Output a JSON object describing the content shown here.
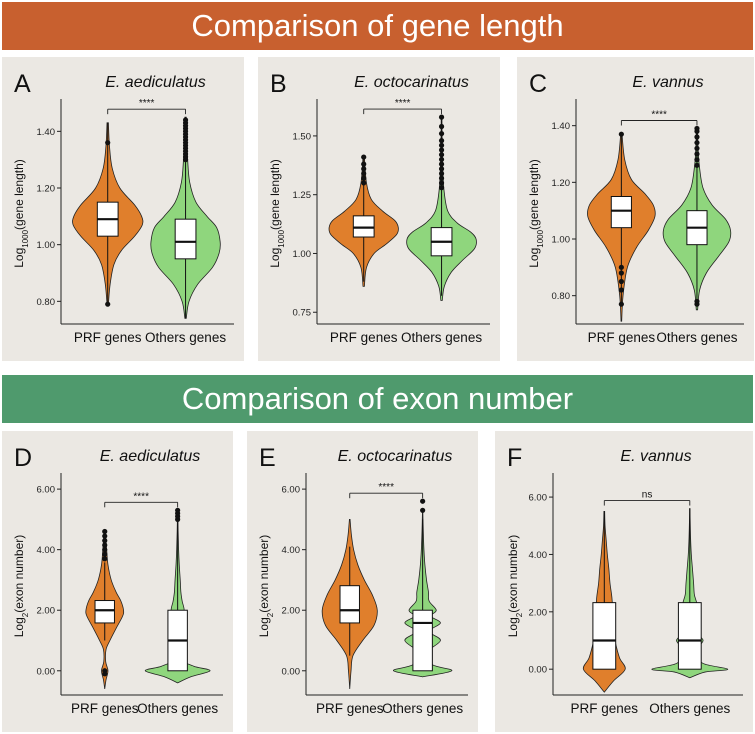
{
  "banners": {
    "top": "Comparison of gene length",
    "bottom": "Comparison of exon number",
    "top_color": "#c8602f",
    "bottom_color": "#4f9a6d"
  },
  "colors": {
    "prf": "#e07f2c",
    "others": "#8fd67d",
    "panel_bg": "#ebe8e3"
  },
  "chart_data": [
    {
      "type": "violin",
      "panel": "A",
      "title": "E. aediculatus",
      "ylabel_main": "Log",
      "ylabel_sub": "1000",
      "ylabel_rest": "(gene length)",
      "categories": [
        "PRF genes",
        "Others genes"
      ],
      "ylim": [
        0.72,
        1.5
      ],
      "ticks": [
        0.8,
        1.0,
        1.2,
        1.4
      ],
      "tick_labels": [
        "0.80",
        "1.00",
        "1.20",
        "1.40"
      ],
      "significance": "****",
      "series": [
        {
          "min": 0.79,
          "q1": 1.03,
          "median": 1.09,
          "q3": 1.15,
          "max": 1.43,
          "density": [
            [
              0.79,
              0.02
            ],
            [
              0.86,
              0.07
            ],
            [
              0.93,
              0.18
            ],
            [
              0.98,
              0.4
            ],
            [
              1.03,
              0.78
            ],
            [
              1.07,
              1.0
            ],
            [
              1.1,
              0.98
            ],
            [
              1.14,
              0.78
            ],
            [
              1.2,
              0.35
            ],
            [
              1.27,
              0.13
            ],
            [
              1.35,
              0.05
            ],
            [
              1.43,
              0.02
            ]
          ],
          "outliers": [
            0.79,
            1.36
          ]
        },
        {
          "min": 0.74,
          "q1": 0.95,
          "median": 1.01,
          "q3": 1.09,
          "max": 1.45,
          "density": [
            [
              0.74,
              0.02
            ],
            [
              0.8,
              0.1
            ],
            [
              0.86,
              0.35
            ],
            [
              0.92,
              0.78
            ],
            [
              0.97,
              0.97
            ],
            [
              1.01,
              1.0
            ],
            [
              1.06,
              0.9
            ],
            [
              1.1,
              0.62
            ],
            [
              1.15,
              0.3
            ],
            [
              1.22,
              0.12
            ],
            [
              1.3,
              0.06
            ],
            [
              1.38,
              0.03
            ],
            [
              1.45,
              0.02
            ]
          ],
          "outliers": [
            1.3,
            1.31,
            1.32,
            1.33,
            1.34,
            1.35,
            1.36,
            1.37,
            1.38,
            1.39,
            1.4,
            1.41,
            1.42,
            1.43,
            1.44
          ]
        }
      ]
    },
    {
      "type": "violin",
      "panel": "B",
      "title": "E. octocarinatus",
      "ylabel_main": "Log",
      "ylabel_sub": "1000",
      "ylabel_rest": "(gene length)",
      "categories": [
        "PRF genes",
        "Others genes"
      ],
      "ylim": [
        0.7,
        1.64
      ],
      "ticks": [
        0.75,
        1.0,
        1.25,
        1.5
      ],
      "tick_labels": [
        "0.75",
        "1.00",
        "1.25",
        "1.50"
      ],
      "significance": "****",
      "series": [
        {
          "min": 0.88,
          "q1": 1.07,
          "median": 1.11,
          "q3": 1.16,
          "max": 1.41,
          "density": [
            [
              0.86,
              0.02
            ],
            [
              0.94,
              0.08
            ],
            [
              1.0,
              0.3
            ],
            [
              1.04,
              0.65
            ],
            [
              1.08,
              0.95
            ],
            [
              1.11,
              1.0
            ],
            [
              1.14,
              0.9
            ],
            [
              1.18,
              0.55
            ],
            [
              1.23,
              0.22
            ],
            [
              1.3,
              0.08
            ],
            [
              1.41,
              0.02
            ]
          ],
          "outliers": [
            1.3,
            1.32,
            1.34,
            1.36,
            1.38,
            1.41
          ]
        },
        {
          "min": 0.82,
          "q1": 0.99,
          "median": 1.05,
          "q3": 1.11,
          "max": 1.58,
          "density": [
            [
              0.8,
              0.02
            ],
            [
              0.86,
              0.08
            ],
            [
              0.92,
              0.28
            ],
            [
              0.97,
              0.6
            ],
            [
              1.02,
              0.95
            ],
            [
              1.06,
              1.0
            ],
            [
              1.09,
              0.85
            ],
            [
              1.13,
              0.45
            ],
            [
              1.18,
              0.18
            ],
            [
              1.27,
              0.07
            ],
            [
              1.38,
              0.03
            ],
            [
              1.5,
              0.015
            ],
            [
              1.58,
              0.01
            ]
          ],
          "outliers": [
            1.28,
            1.3,
            1.32,
            1.34,
            1.36,
            1.38,
            1.4,
            1.42,
            1.44,
            1.46,
            1.48,
            1.51,
            1.54,
            1.58
          ]
        }
      ]
    },
    {
      "type": "violin",
      "panel": "C",
      "title": "E. vannus",
      "ylabel_main": "Log",
      "ylabel_sub": "1000",
      "ylabel_rest": "(gene length)",
      "categories": [
        "PRF genes",
        "Others genes"
      ],
      "ylim": [
        0.7,
        1.48
      ],
      "ticks": [
        0.8,
        1.0,
        1.2,
        1.4
      ],
      "tick_labels": [
        "0.80",
        "1.00",
        "1.20",
        "1.40"
      ],
      "significance": "****",
      "series": [
        {
          "min": 0.77,
          "q1": 1.04,
          "median": 1.1,
          "q3": 1.15,
          "max": 1.37,
          "density": [
            [
              0.71,
              0.01
            ],
            [
              0.8,
              0.05
            ],
            [
              0.9,
              0.18
            ],
            [
              0.97,
              0.45
            ],
            [
              1.03,
              0.8
            ],
            [
              1.08,
              1.0
            ],
            [
              1.12,
              0.95
            ],
            [
              1.16,
              0.7
            ],
            [
              1.21,
              0.3
            ],
            [
              1.28,
              0.1
            ],
            [
              1.37,
              0.02
            ]
          ],
          "outliers": [
            0.77,
            0.82,
            0.85,
            0.88,
            0.9,
            1.37
          ]
        },
        {
          "min": 0.77,
          "q1": 0.98,
          "median": 1.04,
          "q3": 1.1,
          "max": 1.39,
          "density": [
            [
              0.75,
              0.02
            ],
            [
              0.82,
              0.08
            ],
            [
              0.88,
              0.28
            ],
            [
              0.94,
              0.65
            ],
            [
              0.99,
              0.95
            ],
            [
              1.03,
              1.0
            ],
            [
              1.07,
              0.85
            ],
            [
              1.12,
              0.45
            ],
            [
              1.18,
              0.18
            ],
            [
              1.26,
              0.07
            ],
            [
              1.33,
              0.03
            ],
            [
              1.39,
              0.02
            ]
          ],
          "outliers": [
            0.77,
            0.78,
            1.26,
            1.28,
            1.3,
            1.32,
            1.34,
            1.36,
            1.38,
            1.39
          ]
        }
      ]
    },
    {
      "type": "violin",
      "panel": "D",
      "title": "E. aediculatus",
      "ylabel_main": "Log",
      "ylabel_sub": "2",
      "ylabel_rest": "(exon number)",
      "categories": [
        "PRF genes",
        "Others genes"
      ],
      "ylim": [
        -0.8,
        6.4
      ],
      "ticks": [
        0,
        2,
        4,
        6
      ],
      "tick_labels": [
        "0.00",
        "2.00",
        "4.00",
        "6.00"
      ],
      "significance": "****",
      "series": [
        {
          "min": 1.0,
          "q1": 1.58,
          "median": 2.0,
          "q3": 2.32,
          "max": 3.58,
          "density": [
            [
              -0.6,
              0.0
            ],
            [
              -0.3,
              0.04
            ],
            [
              0.0,
              0.1
            ],
            [
              0.3,
              0.03
            ],
            [
              0.7,
              0.04
            ],
            [
              1.0,
              0.16
            ],
            [
              1.4,
              0.35
            ],
            [
              1.8,
              0.55
            ],
            [
              2.0,
              0.58
            ],
            [
              2.3,
              0.5
            ],
            [
              2.6,
              0.35
            ],
            [
              3.0,
              0.2
            ],
            [
              3.5,
              0.1
            ],
            [
              4.0,
              0.06
            ],
            [
              4.6,
              0.02
            ]
          ],
          "outliers": [
            -0.1,
            0.0,
            3.7,
            3.85,
            4.0,
            4.15,
            4.3,
            4.45,
            4.6
          ]
        },
        {
          "min": 0.0,
          "q1": 0.0,
          "median": 1.0,
          "q3": 2.0,
          "max": 5.0,
          "density": [
            [
              -0.4,
              0.0
            ],
            [
              -0.2,
              0.4
            ],
            [
              0.0,
              1.0
            ],
            [
              0.15,
              0.5
            ],
            [
              0.4,
              0.05
            ],
            [
              0.8,
              0.08
            ],
            [
              1.0,
              0.25
            ],
            [
              1.3,
              0.08
            ],
            [
              1.58,
              0.25
            ],
            [
              1.8,
              0.1
            ],
            [
              2.0,
              0.2
            ],
            [
              2.3,
              0.14
            ],
            [
              2.6,
              0.1
            ],
            [
              3.0,
              0.08
            ],
            [
              3.5,
              0.05
            ],
            [
              4.0,
              0.03
            ],
            [
              4.6,
              0.015
            ],
            [
              5.3,
              0.005
            ]
          ],
          "outliers": [
            5.0,
            5.1,
            5.2,
            5.3
          ]
        }
      ]
    },
    {
      "type": "violin",
      "panel": "E",
      "title": "E. octocarinatus",
      "ylabel_main": "Log",
      "ylabel_sub": "2",
      "ylabel_rest": "(exon number)",
      "categories": [
        "PRF genes",
        "Others genes"
      ],
      "ylim": [
        -0.8,
        6.4
      ],
      "ticks": [
        0,
        2,
        4,
        6
      ],
      "tick_labels": [
        "0.00",
        "2.00",
        "4.00",
        "6.00"
      ],
      "significance": "****",
      "series": [
        {
          "min": 0.5,
          "q1": 1.58,
          "median": 2.0,
          "q3": 2.81,
          "max": 4.1,
          "density": [
            [
              -0.6,
              0.0
            ],
            [
              0.0,
              0.04
            ],
            [
              0.5,
              0.1
            ],
            [
              1.0,
              0.4
            ],
            [
              1.5,
              0.75
            ],
            [
              2.0,
              0.85
            ],
            [
              2.5,
              0.7
            ],
            [
              3.0,
              0.45
            ],
            [
              3.5,
              0.25
            ],
            [
              4.0,
              0.12
            ],
            [
              4.5,
              0.05
            ],
            [
              5.0,
              0.01
            ]
          ],
          "outliers": []
        },
        {
          "min": 0.0,
          "q1": 0.0,
          "median": 1.58,
          "q3": 2.0,
          "max": 5.0,
          "density": [
            [
              -0.2,
              0.0
            ],
            [
              0.0,
              0.9
            ],
            [
              0.2,
              0.3
            ],
            [
              0.6,
              0.12
            ],
            [
              1.0,
              0.55
            ],
            [
              1.3,
              0.2
            ],
            [
              1.58,
              0.55
            ],
            [
              1.8,
              0.25
            ],
            [
              2.0,
              0.42
            ],
            [
              2.3,
              0.2
            ],
            [
              2.6,
              0.18
            ],
            [
              3.0,
              0.12
            ],
            [
              3.5,
              0.07
            ],
            [
              4.0,
              0.04
            ],
            [
              4.6,
              0.02
            ],
            [
              5.3,
              0.005
            ]
          ],
          "outliers": [
            5.3,
            5.6
          ]
        }
      ]
    },
    {
      "type": "violin",
      "panel": "F",
      "title": "E. vannus",
      "ylabel_main": "Log",
      "ylabel_sub": "2",
      "ylabel_rest": "(exon number)",
      "categories": [
        "PRF genes",
        "Others genes"
      ],
      "ylim": [
        -0.9,
        6.7
      ],
      "ticks": [
        0,
        2,
        4,
        6
      ],
      "tick_labels": [
        "0.00",
        "2.00",
        "4.00",
        "6.00"
      ],
      "significance": "ns",
      "series": [
        {
          "min": 0.0,
          "q1": 0.0,
          "median": 1.0,
          "q3": 2.32,
          "max": 5.5,
          "density": [
            [
              -0.8,
              0.0
            ],
            [
              -0.4,
              0.25
            ],
            [
              0.0,
              0.55
            ],
            [
              0.4,
              0.4
            ],
            [
              1.0,
              0.28
            ],
            [
              1.5,
              0.22
            ],
            [
              2.0,
              0.22
            ],
            [
              2.5,
              0.2
            ],
            [
              3.0,
              0.15
            ],
            [
              3.5,
              0.12
            ],
            [
              4.0,
              0.08
            ],
            [
              4.5,
              0.05
            ],
            [
              5.0,
              0.02
            ],
            [
              5.5,
              0.01
            ]
          ],
          "outliers": []
        },
        {
          "min": 0.0,
          "q1": 0.0,
          "median": 1.0,
          "q3": 2.32,
          "max": 5.6,
          "density": [
            [
              -0.3,
              0.0
            ],
            [
              -0.1,
              0.4
            ],
            [
              0.0,
              1.0
            ],
            [
              0.2,
              0.35
            ],
            [
              0.6,
              0.12
            ],
            [
              1.0,
              0.35
            ],
            [
              1.3,
              0.12
            ],
            [
              1.6,
              0.18
            ],
            [
              2.0,
              0.15
            ],
            [
              2.3,
              0.18
            ],
            [
              2.6,
              0.12
            ],
            [
              3.0,
              0.1
            ],
            [
              3.5,
              0.07
            ],
            [
              4.0,
              0.04
            ],
            [
              4.6,
              0.02
            ],
            [
              5.3,
              0.008
            ],
            [
              5.6,
              0.005
            ]
          ],
          "outliers": []
        }
      ]
    }
  ]
}
